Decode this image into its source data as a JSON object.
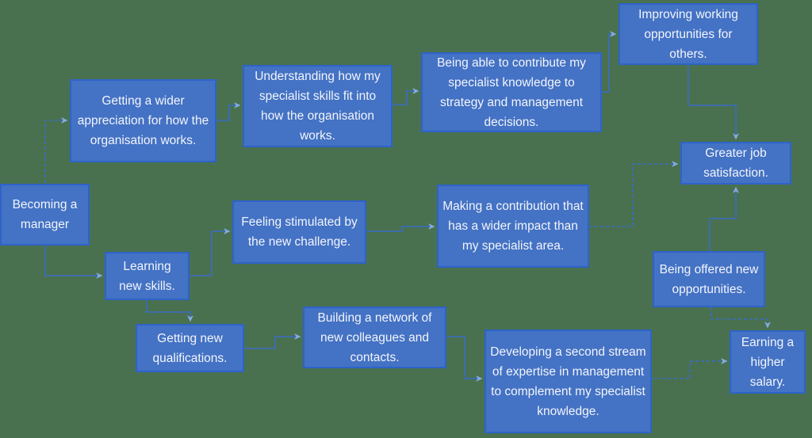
{
  "diagram": {
    "title_hint": "Becoming a manager mind-map flowchart",
    "colors": {
      "background": "#4a714f",
      "node_fill": "#4472c4",
      "node_border": "#2e63c9",
      "connector": "#3a6cc6",
      "arrowhead": "#84abe0",
      "text": "#f2f5fb"
    },
    "nodes": [
      {
        "id": "becoming",
        "label": "Becoming a manager"
      },
      {
        "id": "getting-wider",
        "label": "Getting a wider appreciation for how the organisation works."
      },
      {
        "id": "understanding",
        "label": "Understanding how my specialist skills fit into how the organisation works."
      },
      {
        "id": "being-able",
        "label": "Being able to contribute my specialist knowledge to strategy and management decisions."
      },
      {
        "id": "improving",
        "label": "Improving working opportunities for others."
      },
      {
        "id": "greater-job",
        "label": "Greater job satisfaction."
      },
      {
        "id": "making",
        "label": "Making a contribution that has a wider impact than my specialist area."
      },
      {
        "id": "feeling",
        "label": "Feeling stimulated by the new challenge."
      },
      {
        "id": "learning",
        "label": "Learning new skills."
      },
      {
        "id": "being-offered",
        "label": "Being offered new opportunities."
      },
      {
        "id": "getting-quals",
        "label": "Getting new qualifications."
      },
      {
        "id": "building",
        "label": "Building a network of new colleagues and contacts."
      },
      {
        "id": "developing",
        "label": "Developing a second stream of expertise in management to complement my specialist knowledge."
      },
      {
        "id": "earning",
        "label": "Earning a higher salary."
      }
    ],
    "edges": [
      {
        "from": "becoming",
        "to": "getting-wider"
      },
      {
        "from": "becoming",
        "to": "learning"
      },
      {
        "from": "getting-wider",
        "to": "understanding"
      },
      {
        "from": "understanding",
        "to": "being-able"
      },
      {
        "from": "being-able",
        "to": "improving"
      },
      {
        "from": "improving",
        "to": "greater-job"
      },
      {
        "from": "learning",
        "to": "feeling"
      },
      {
        "from": "learning",
        "to": "getting-quals"
      },
      {
        "from": "feeling",
        "to": "making"
      },
      {
        "from": "making",
        "to": "greater-job"
      },
      {
        "from": "getting-quals",
        "to": "building"
      },
      {
        "from": "building",
        "to": "developing"
      },
      {
        "from": "developing",
        "to": "earning"
      },
      {
        "from": "being-offered",
        "to": "greater-job"
      },
      {
        "from": "being-offered",
        "to": "earning"
      }
    ]
  }
}
